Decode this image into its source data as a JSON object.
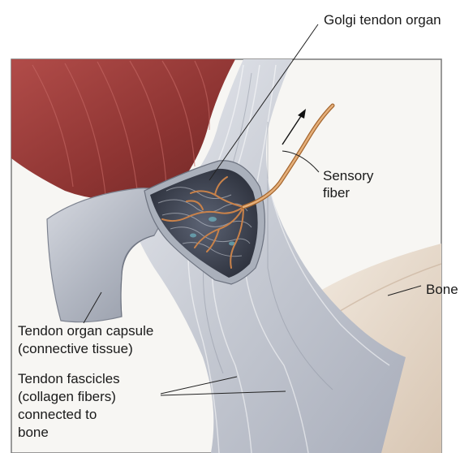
{
  "labels": {
    "golgi_tendon_organ": "Golgi tendon organ",
    "sensory_fiber_line1": "Sensory",
    "sensory_fiber_line2": "fiber",
    "bone": "Bone",
    "capsule_line1": "Tendon organ capsule",
    "capsule_line2": "(connective tissue)",
    "fascicles_line1": "Tendon fascicles",
    "fascicles_line2": "(collagen fibers)",
    "fascicles_line3": "connected to",
    "fascicles_line4": "bone"
  },
  "colors": {
    "muscle": "#9a3d3b",
    "tendon": "#c9ccd4",
    "capsule": "#b4b8c2",
    "organ_core": "#3d4250",
    "nerve": "#c9824a",
    "bone": "#e9dccd",
    "frame_bg": "#f7f6f3"
  }
}
